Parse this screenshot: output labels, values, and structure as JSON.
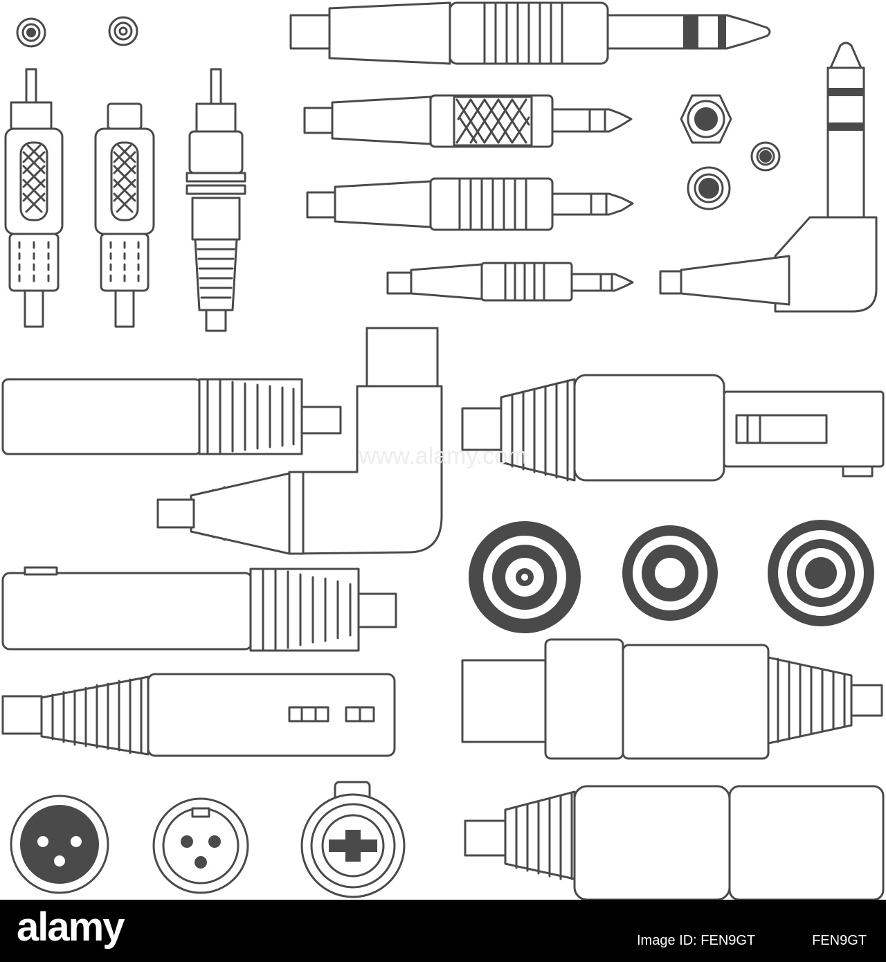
{
  "watermark": {
    "brand": "alamy",
    "domain": "www.alamy.com",
    "image_id": "FEN9GT",
    "id_label": "Image ID: FEN9GT"
  },
  "colors": {
    "outline": "#4a4a4a",
    "background": "#ffffff",
    "footer": "#000000"
  },
  "icons": [
    "rca-socket-icon",
    "rca-socket-small-icon",
    "rca-plug-icon",
    "rca-plug-female-icon",
    "rca-plug-slim-icon",
    "trs-jack-large-icon",
    "trs-jack-mini-knurled-icon",
    "trs-jack-mini-icon",
    "trs-jack-micro-icon",
    "jack-socket-hex-icon",
    "jack-socket-small-icon",
    "jack-socket-round-icon",
    "trs-jack-right-angle-icon",
    "xlr-male-plug-icon",
    "xlr-right-angle-plug-icon",
    "speakon-plug-icon",
    "speakon-socket-a-icon",
    "speakon-socket-b-icon",
    "speakon-socket-c-icon",
    "xlr-female-plug-icon",
    "xlr-female-plug-b-icon",
    "speakon-large-plug-icon",
    "xlr-male-socket-icon",
    "xlr-female-socket-icon",
    "combo-socket-icon",
    "xlr-plug-large-icon"
  ]
}
